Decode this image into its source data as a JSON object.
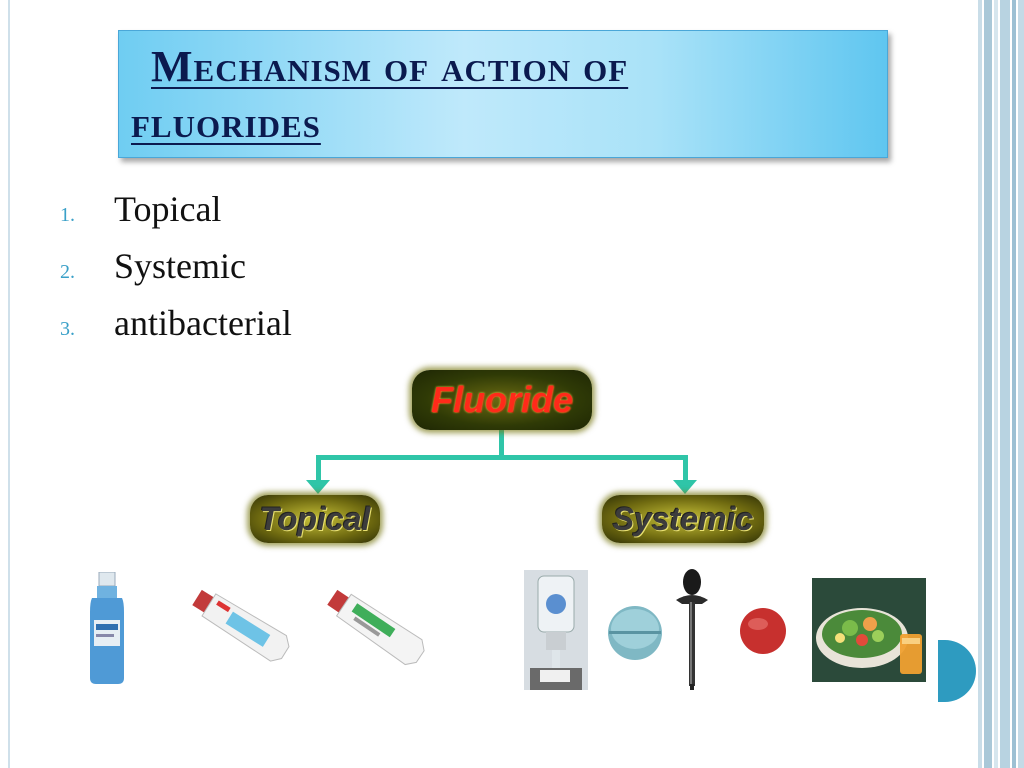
{
  "title": {
    "line1": "Mechanism of action of",
    "line2": "fluorides"
  },
  "list": [
    {
      "num": "1.",
      "text": "Topical"
    },
    {
      "num": "2.",
      "text": "Systemic"
    },
    {
      "num": "3.",
      "text": "antibacterial"
    }
  ],
  "diagram": {
    "root": "Fluoride",
    "left": "Topical",
    "right": "Systemic"
  },
  "colors": {
    "title_text": "#0b1a4f",
    "list_number": "#3aa0c8",
    "connector": "#2fc5a8",
    "accent": "#2e9bc0"
  },
  "icons": [
    "mouthwash-bottle-icon",
    "toothpaste-tube-icon",
    "toothpaste-tube-icon",
    "water-fluoridation-icon",
    "fluoride-tablet-icon",
    "dropper-icon",
    "fluoride-pill-icon",
    "salad-food-icon"
  ]
}
